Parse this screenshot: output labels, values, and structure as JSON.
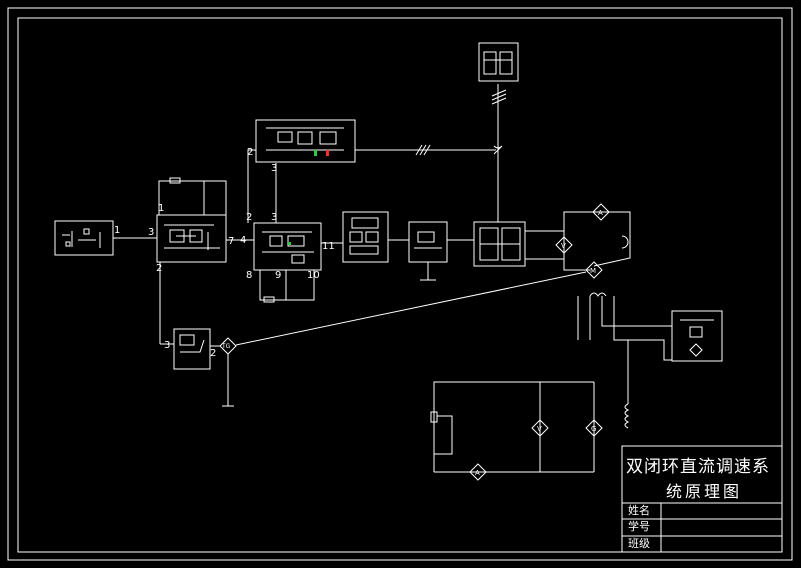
{
  "title_block": {
    "title_line1": "双闭环直流调速系",
    "title_line2": "统原理图",
    "fields": [
      {
        "label": "姓名",
        "value": ""
      },
      {
        "label": "学号",
        "value": ""
      },
      {
        "label": "班级",
        "value": ""
      }
    ]
  },
  "port_labels": {
    "p1": "1",
    "p3a": "3",
    "p1b": "1",
    "p2a": "2",
    "p7": "7",
    "p4": "4",
    "p2b": "2",
    "p2c": "2",
    "p3b": "3",
    "p3c": "3",
    "p8": "8",
    "p9": "9",
    "p10": "10",
    "p11": "11",
    "p3d": "3",
    "p2d": "2"
  },
  "meters": {
    "a_top": "A",
    "v_mid": "V",
    "m_motor": "M",
    "tg": "TG",
    "v_low": "V",
    "g_low": "G",
    "a_low": "A"
  },
  "colors": {
    "background": "#000000",
    "line": "#ffffff",
    "accent_green": "#2ecc40",
    "accent_red": "#ff3030"
  }
}
